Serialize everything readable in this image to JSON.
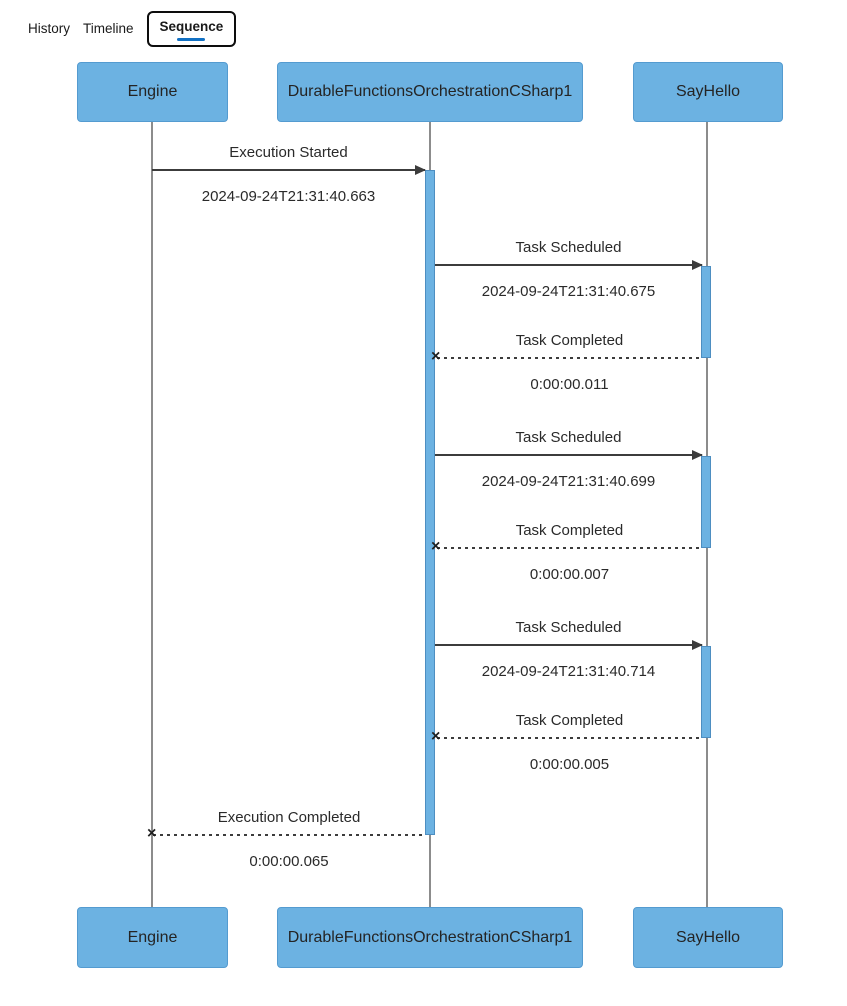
{
  "tabs": {
    "history": "History",
    "timeline": "Timeline",
    "sequence": "Sequence"
  },
  "sequence_diagram": {
    "participants": [
      {
        "name": "Engine"
      },
      {
        "name": "DurableFunctionsOrchestrationCSharp1"
      },
      {
        "name": "SayHello"
      }
    ],
    "messages": [
      {
        "label": "Execution Started",
        "sub": "2024-09-24T21:31:40.663",
        "from": "Engine",
        "to": "DurableFunctionsOrchestrationCSharp1",
        "arrow": "solid"
      },
      {
        "label": "Task Scheduled",
        "sub": "2024-09-24T21:31:40.675",
        "from": "DurableFunctionsOrchestrationCSharp1",
        "to": "SayHello",
        "arrow": "solid"
      },
      {
        "label": "Task Completed",
        "sub": "0:00:00.011",
        "from": "SayHello",
        "to": "DurableFunctionsOrchestrationCSharp1",
        "arrow": "dashed-cross"
      },
      {
        "label": "Task Scheduled",
        "sub": "2024-09-24T21:31:40.699",
        "from": "DurableFunctionsOrchestrationCSharp1",
        "to": "SayHello",
        "arrow": "solid"
      },
      {
        "label": "Task Completed",
        "sub": "0:00:00.007",
        "from": "SayHello",
        "to": "DurableFunctionsOrchestrationCSharp1",
        "arrow": "dashed-cross"
      },
      {
        "label": "Task Scheduled",
        "sub": "2024-09-24T21:31:40.714",
        "from": "DurableFunctionsOrchestrationCSharp1",
        "to": "SayHello",
        "arrow": "solid"
      },
      {
        "label": "Task Completed",
        "sub": "0:00:00.005",
        "from": "SayHello",
        "to": "DurableFunctionsOrchestrationCSharp1",
        "arrow": "dashed-cross"
      },
      {
        "label": "Execution Completed",
        "sub": "0:00:00.065",
        "from": "DurableFunctionsOrchestrationCSharp1",
        "to": "Engine",
        "arrow": "dashed-cross"
      }
    ]
  },
  "colors": {
    "participant_fill": "#6cb2e2",
    "activation_fill": "#6cb2e2",
    "arrow": "#3c3c3c",
    "lifeline": "#8c8c8c",
    "tab_indicator": "#1271c4"
  }
}
